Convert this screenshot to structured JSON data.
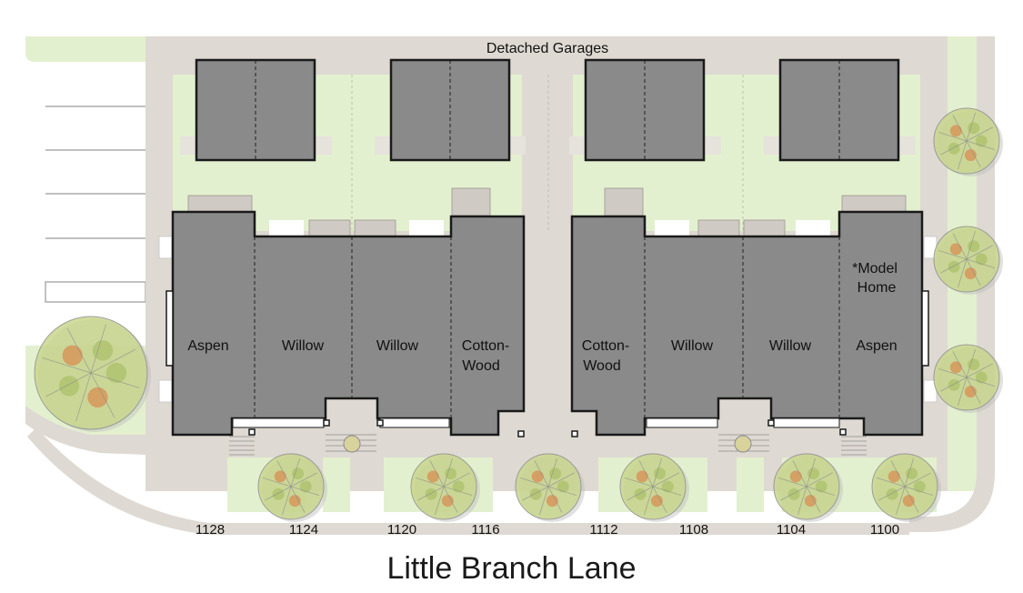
{
  "header": {
    "label": "Detached Garages"
  },
  "street": {
    "name": "Little Branch Lane"
  },
  "units": [
    {
      "lines": [
        "Aspen"
      ]
    },
    {
      "lines": [
        "Willow"
      ]
    },
    {
      "lines": [
        "Willow"
      ]
    },
    {
      "lines": [
        "Cotton-",
        "Wood"
      ]
    },
    {
      "lines": [
        "Cotton-",
        "Wood"
      ]
    },
    {
      "lines": [
        "Willow"
      ]
    },
    {
      "lines": [
        "Willow"
      ]
    },
    {
      "lines": [
        "Aspen"
      ]
    }
  ],
  "model_home": {
    "lines": [
      "*Model",
      "Home"
    ]
  },
  "addresses": [
    "1128",
    "1124",
    "1120",
    "1116",
    "1112",
    "1108",
    "1104",
    "1100"
  ],
  "colors": {
    "lawn": "#e3f0cf",
    "building": "#8a8a8a",
    "paving": "#ded9d2",
    "tree_canopy": "#c9d68e",
    "tree_accent": "#d9894f"
  }
}
